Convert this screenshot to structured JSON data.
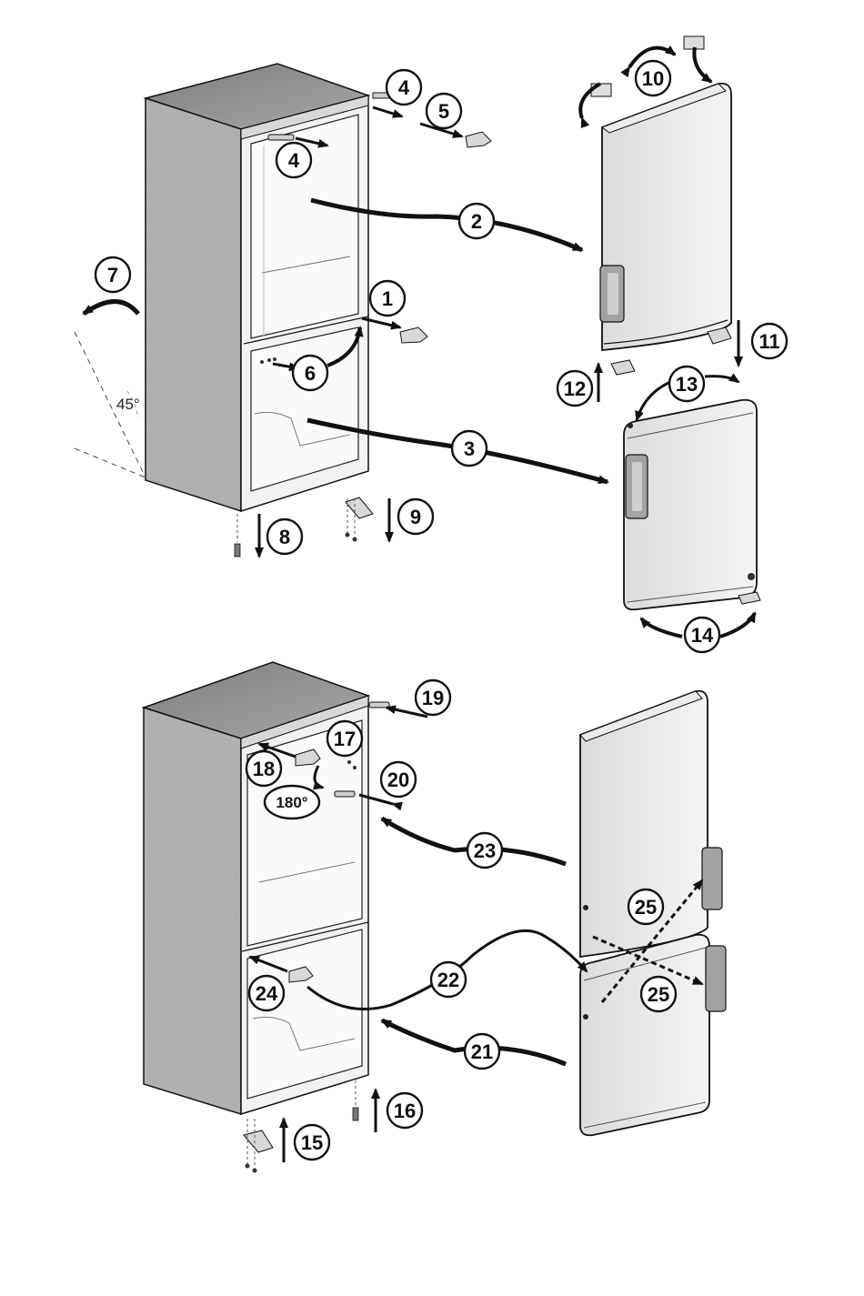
{
  "figure": {
    "angle_label": "45°",
    "rotation_label": "180°",
    "steps_top": [
      "1",
      "2",
      "3",
      "4",
      "4",
      "5",
      "6",
      "7",
      "8",
      "9",
      "10",
      "11",
      "12",
      "13",
      "14"
    ],
    "steps_bottom": [
      "15",
      "16",
      "17",
      "18",
      "19",
      "20",
      "21",
      "22",
      "23",
      "24",
      "25",
      "25"
    ]
  },
  "colors": {
    "line": "#1a1a1a",
    "panel_dark": "#8f8f8f",
    "panel_mid": "#bcbcbc",
    "panel_light": "#e6e6e6",
    "handle": "#9a9a9a"
  }
}
